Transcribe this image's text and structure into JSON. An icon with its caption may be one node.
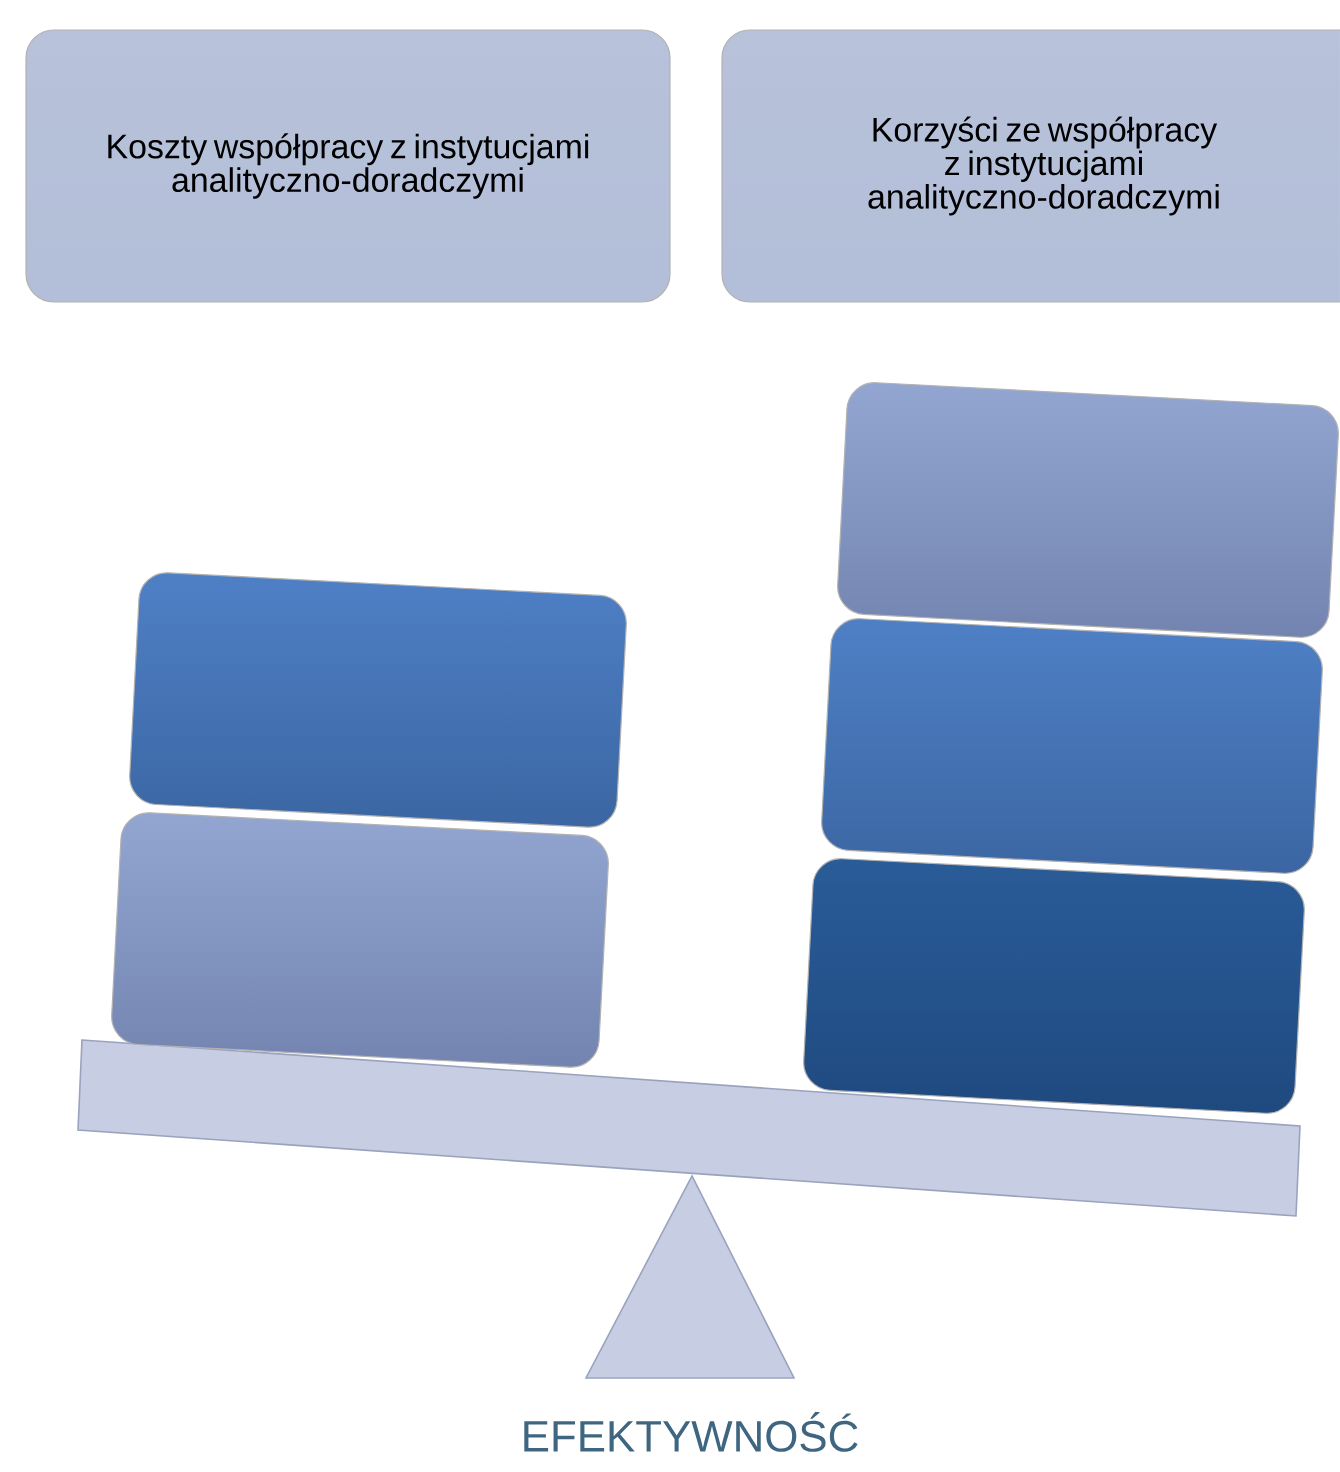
{
  "diagram": {
    "nodes": [
      {
        "text": [
          "Koszty współpracy z instytucjami analityczno-doradczymi"
        ]
      },
      {
        "text": [
          "Korzyści ze współpracy z instytucjami analityczno-doradczymi"
        ]
      },
      {
        "text": [],
        "shape": "box"
      },
      {
        "text": [],
        "shape": "box"
      },
      {
        "text": [],
        "shape": "box"
      },
      {
        "text": [],
        "shape": "box"
      },
      {
        "text": [],
        "shape": "box"
      }
    ],
    "labels": [
      "EFEKTYWNOŚĆ"
    ]
  }
}
